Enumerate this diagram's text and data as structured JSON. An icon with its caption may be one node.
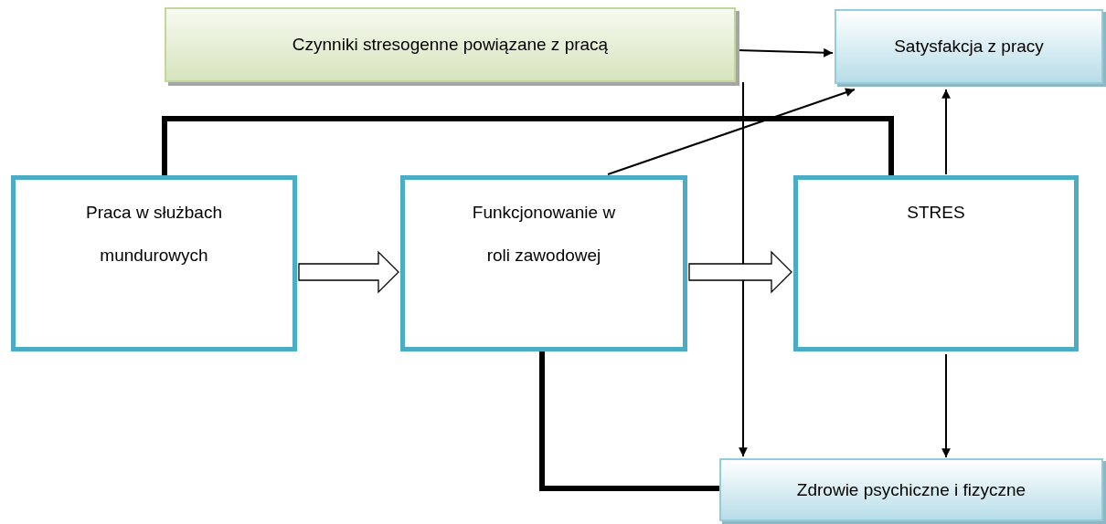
{
  "diagram": {
    "nodes": [
      {
        "text": [
          "Czynniki stresogenne powiązane z pracą"
        ]
      },
      {
        "text": [
          "Satysfakcja z pracy"
        ]
      },
      {
        "text": [
          "Praca w służbach mundurowych"
        ]
      },
      {
        "text": [
          "Funkcjonowanie w roli zawodowej"
        ]
      },
      {
        "text": [
          "STRES"
        ]
      },
      {
        "text": [
          "Zdrowie psychiczne i fizyczne"
        ]
      }
    ],
    "edges": [
      {
        "from": 0,
        "to": 1,
        "arrow": "to"
      },
      {
        "from": 3,
        "to": 1,
        "arrow": "to"
      },
      {
        "from": 4,
        "to": 1,
        "arrow": "to"
      },
      {
        "from": 2,
        "to": 4,
        "arrow": "none",
        "style": "thick"
      },
      {
        "from": 0,
        "to": 5,
        "arrow": "to"
      },
      {
        "from": 4,
        "to": 5,
        "arrow": "to"
      },
      {
        "from": 3,
        "to": 5,
        "arrow": "none",
        "style": "thick"
      },
      {
        "from": 2,
        "to": 3,
        "arrow": "to",
        "style": "thick"
      },
      {
        "from": 3,
        "to": 4,
        "arrow": "to",
        "style": "thick"
      }
    ]
  }
}
